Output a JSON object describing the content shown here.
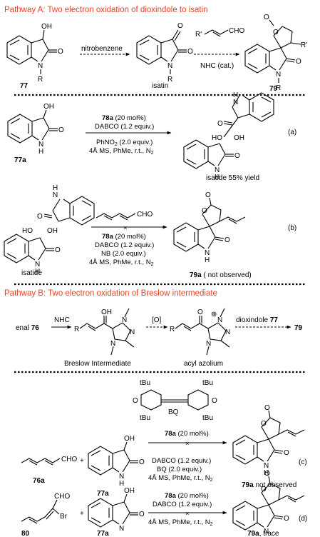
{
  "pathway_a": {
    "heading": "Pathway A: Two electron oxidation of dioxindole to isatin",
    "reagent": "nitrobenzene",
    "aldehyde": "CHO",
    "catalyst": "NHC (cat.)",
    "label_77": "77",
    "label_isatin": "isatin",
    "label_79": "79"
  },
  "reaction_a": {
    "tag": "(a)",
    "cond1_num": "78a",
    "cond1_rest": " (20 mol%)",
    "cond2": "DABCO (1.2 equiv.)",
    "cond3": "PhNO",
    "cond3_sub": "2",
    "cond3_rest": " (2.0 equiv.)",
    "cond4": "4Å MS, PhMe, r.t., N",
    "cond4_sub": "2",
    "start_label": "77a",
    "product_label": "isatide 55% yield"
  },
  "reaction_b": {
    "tag": "(b)",
    "start_label": "isatide",
    "aldehyde": "CHO",
    "cond1_num": "78a",
    "cond1_rest": " (20 mol%)",
    "cond2": "DABCO (1.2 equiv.)",
    "cond3": "NB (2.0 equiv.)",
    "cond4": "4Å MS, PhMe, r.t., N",
    "cond4_sub": "2",
    "product_num": "79a",
    "product_rest": " ( not observed)"
  },
  "pathway_b": {
    "heading": "Pathway B: Two electron oxidation of Breslow intermediate",
    "enal": "enal ",
    "enal_num": "76",
    "nhc": "NHC",
    "oxid": "[O]",
    "dioxindole": "dioxindole ",
    "dioxindole_num": "77",
    "product_num": "79",
    "breslow_label": "Breslow Intermediate",
    "acyl_label": "acyl azolium"
  },
  "reaction_c": {
    "tag": "(c)",
    "bq_label": "BQ",
    "tbu": "tBu",
    "cond1_num": "78a",
    "cond1_rest": " (20 mol%)",
    "cond2": "DABCO (1.2 equiv.)",
    "cond3": "BQ (2.0 equiv.)",
    "cond4": "4Å MS, PhMe, r.t., N",
    "cond4_sub": "2",
    "sm1": "76a",
    "sm2": "77a",
    "aldehyde": "CHO",
    "product_num": "79a",
    "product_rest": " not observed"
  },
  "reaction_d": {
    "tag": "(d)",
    "cond1_num": "78a",
    "cond1_rest": " (20 mol%)",
    "cond2": "DABCO (1.2 equiv.)",
    "cond4": "4Å MS, PhMe, r.t., N",
    "cond4_sub": "2",
    "sm1": "80",
    "sm2": "77a",
    "aldehyde": "CHO",
    "bromo": "Br",
    "product_num": "79a",
    "product_rest": ", trace"
  },
  "atoms": {
    "O": "O",
    "OH": "OH",
    "HO": "HO",
    "N": "N",
    "H": "H",
    "R": "R",
    "Rp": "R'",
    "plus": "+",
    "plus_charge": "⊕"
  }
}
